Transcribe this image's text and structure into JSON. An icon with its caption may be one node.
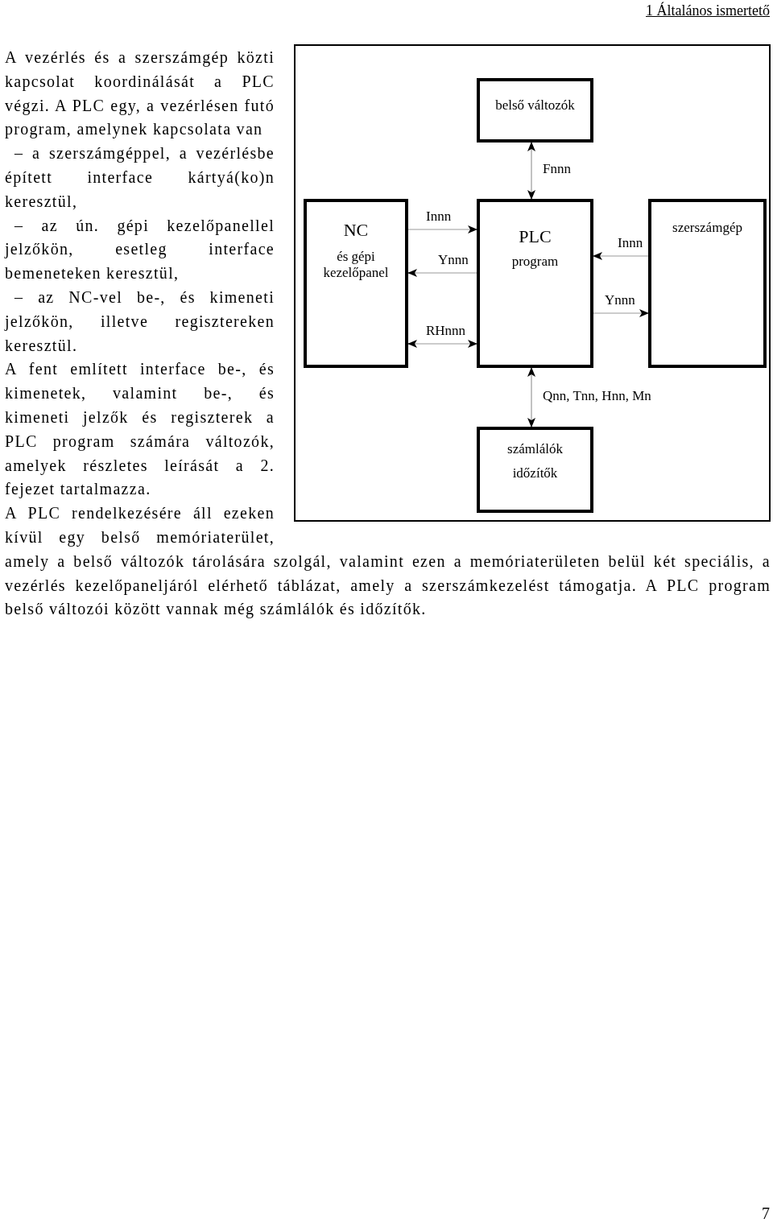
{
  "diagram": {
    "nodes": [
      {
        "text": [],
        "shape": "box"
      },
      {
        "text": [
          "belső változók"
        ],
        "in": 0
      },
      {
        "text": [
          "NC",
          "és gépi kezelőpanel"
        ],
        "in": 0
      },
      {
        "text": [
          "PLC",
          "program"
        ],
        "in": 0
      },
      {
        "text": [
          "szerszámgép"
        ],
        "in": 0
      },
      {
        "text": [
          "számlálók",
          "időzítők"
        ],
        "in": 0
      }
    ],
    "edges": [
      {
        "from": 2,
        "to": 3,
        "arrow": "to",
        "label": "Innn"
      },
      {
        "from": 3,
        "to": 2,
        "arrow": "to",
        "label": "Ynnn"
      },
      {
        "from": 2,
        "to": 3,
        "arrow": "both",
        "label": "RHnnn"
      },
      {
        "from": 1,
        "to": 3,
        "arrow": "both",
        "label": "Fnnn"
      },
      {
        "from": 4,
        "to": 3,
        "arrow": "to",
        "label": "Innn"
      },
      {
        "from": 3,
        "to": 4,
        "arrow": "to",
        "label": "Ynnn"
      },
      {
        "from": 3,
        "to": 5,
        "arrow": "both",
        "label": "Qnn, Tnn, Hnn, Mn"
      }
    ],
    "labels": [
      "1 Általános ismertető",
      "A vezérlés és a szerszámgép közti kapcsolat koordinálását a PLC végzi. A PLC egy, a vezérlésen futó program, amelynek kapcsolata van",
      "– a szerszámgéppel, a vezérlésbe épített interface kártyá(ko)n keresztül,",
      "– az ún. gépi kezelőpanellel jelzőkön, esetleg interface bemeneteken keresztül,",
      "– az NC-vel be-, és kimeneti jelzőkön, illetve regisztereken keresztül.",
      "A fent említett interface be-, és kimenetek, valamint be-, és kimeneti jelzők és regiszterek a PLC program számára változók, amelyek részletes leírását a 2. fejezet tartalmazza.",
      "A PLC rendelkezésére áll ezeken kívül egy belső memóriaterület, amely a belső változók tárolására szolgál, valamint ezen a memóriaterületen belül két speciális, a vezérlés kezelőpaneljáról elérhető táblázat, amely a szerszámkezelést támogatja. A PLC program belső változói között vannak még számlálók és időzítők.",
      "7"
    ]
  }
}
